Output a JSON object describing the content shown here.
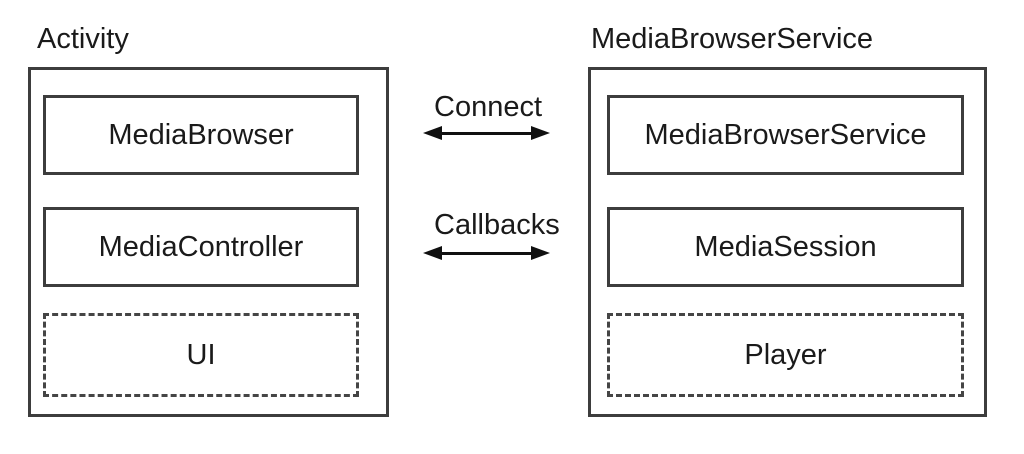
{
  "diagram": {
    "type": "architecture-diagram",
    "colors": {
      "background": "#ffffff",
      "box_border": "#3d3d3d",
      "text": "#1a1a1a",
      "arrow": "#101010"
    },
    "left_group": {
      "title": "Activity",
      "boxes": [
        {
          "label": "MediaBrowser",
          "border_style": "solid"
        },
        {
          "label": "MediaController",
          "border_style": "solid"
        },
        {
          "label": "UI",
          "border_style": "dashed"
        }
      ]
    },
    "right_group": {
      "title": "MediaBrowserService",
      "boxes": [
        {
          "label": "MediaBrowserService",
          "border_style": "solid"
        },
        {
          "label": "MediaSession",
          "border_style": "solid"
        },
        {
          "label": "Player",
          "border_style": "dashed"
        }
      ]
    },
    "connections": [
      {
        "label": "Connect",
        "type": "double-headed-arrow"
      },
      {
        "label": "Callbacks",
        "type": "double-headed-arrow"
      }
    ]
  }
}
